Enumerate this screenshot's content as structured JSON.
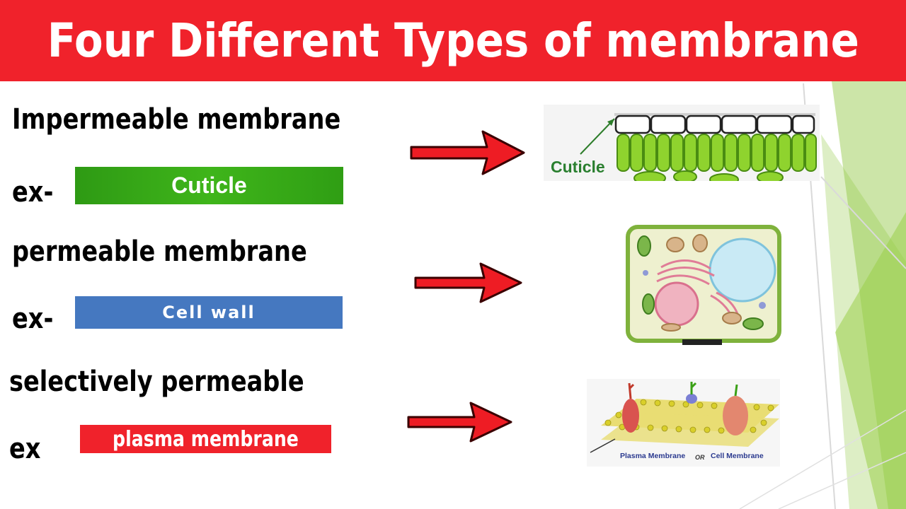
{
  "title": "Four Different Types of membrane",
  "rows": [
    {
      "heading": "Impermeable membrane",
      "ex": "ex-",
      "example": "Cuticle",
      "image_label": "Cuticle"
    },
    {
      "heading": "permeable membrane",
      "ex": "ex-",
      "example": "Cell wall"
    },
    {
      "heading": "selectively permeable",
      "ex": "ex",
      "example": "plasma membrane",
      "image_label_left": "Plasma Membrane",
      "image_label_or": "OR",
      "image_label_right": "Cell Membrane"
    }
  ],
  "colors": {
    "title_bg": "#f0222b",
    "cuticle_box": "#3aa916",
    "cellwall_box": "#4578c0",
    "plasma_box": "#f0222b",
    "arrow": "#ee1c24",
    "deco_green": "#8dc63f"
  },
  "icons": [
    "right-arrow-icon",
    "leaf-cuticle-illustration",
    "plant-cell-illustration",
    "plasma-membrane-illustration"
  ]
}
